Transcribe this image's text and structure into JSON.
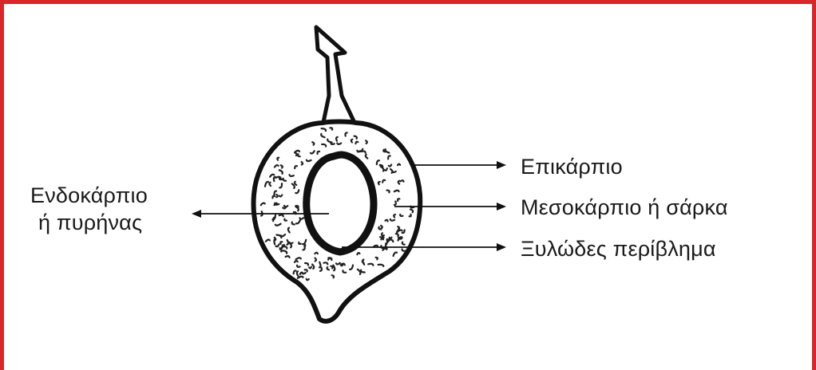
{
  "frame_color": "#d8262a",
  "labels": {
    "epicarp": "Επικάρπιο",
    "mesocarp": "Μεσοκάρπιο ή σάρκα",
    "woody_shell": "Ξυλώδες περίβλημα",
    "endocarp_line1": "Ενδοκάρπιο",
    "endocarp_line2": "ή πυρήνας"
  }
}
